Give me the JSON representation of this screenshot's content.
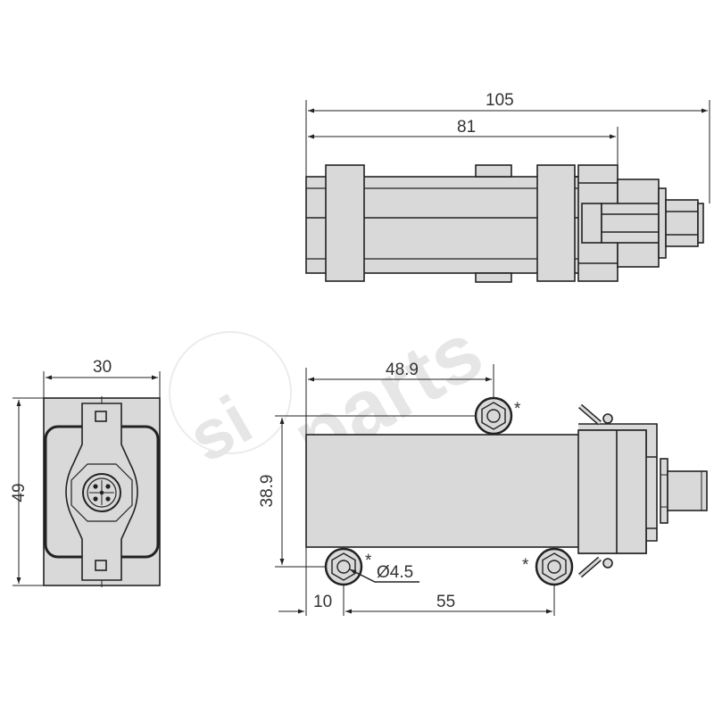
{
  "drawing": {
    "watermark": {
      "text_si": "si",
      "text_parts": "parts",
      "color": "#e6e6e6"
    },
    "colors": {
      "fill": "#d9d9d9",
      "stroke": "#222222",
      "dim": "#333333"
    },
    "top_view": {
      "dimensions": {
        "overall_length": "105",
        "body_length": "81"
      }
    },
    "end_view": {
      "dimensions": {
        "width": "30",
        "height": "49"
      },
      "connector": "m12-connector-icon"
    },
    "front_view": {
      "dimensions": {
        "mount_offset_x": "48.9",
        "mount_offset_y": "38.9",
        "hole_diameter": "Ø4.5",
        "edge_to_hole": "10",
        "hole_spacing": "55"
      },
      "notes": {
        "asterisk": "*"
      }
    }
  }
}
